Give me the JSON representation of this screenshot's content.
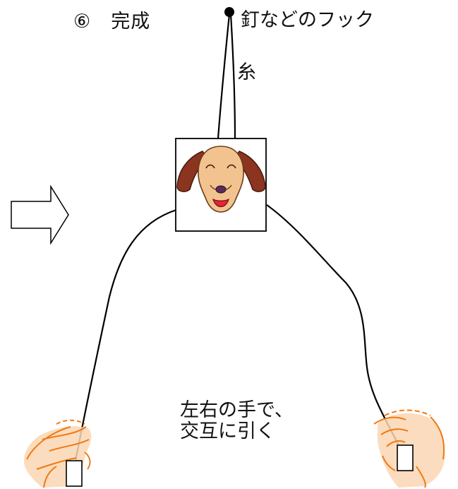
{
  "labels": {
    "step": "⑥　完成",
    "nail_hook": "釘などのフック",
    "thread": "糸",
    "instruction_line1": "左右の手で、",
    "instruction_line2": "交互に引く"
  },
  "colors": {
    "dog_face": "#f2c38f",
    "dog_ears": "#8b3420",
    "dog_mouth": "#e8233a",
    "dog_nose": "#5a2d55",
    "hand_outline": "#f07a12",
    "hand_fill": "#fbd6b3"
  }
}
